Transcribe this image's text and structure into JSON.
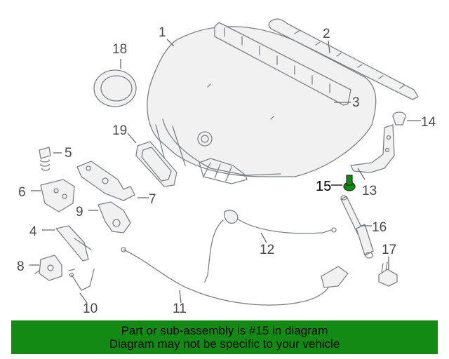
{
  "diagram": {
    "highlight_color": "#138a13",
    "highlighted_part": "15",
    "callouts": [
      {
        "id": "1",
        "label": "1"
      },
      {
        "id": "2",
        "label": "2"
      },
      {
        "id": "3",
        "label": "3"
      },
      {
        "id": "4",
        "label": "4"
      },
      {
        "id": "5",
        "label": "5"
      },
      {
        "id": "6",
        "label": "6"
      },
      {
        "id": "7",
        "label": "7"
      },
      {
        "id": "8",
        "label": "8"
      },
      {
        "id": "9",
        "label": "9"
      },
      {
        "id": "10",
        "label": "10"
      },
      {
        "id": "11",
        "label": "11"
      },
      {
        "id": "12",
        "label": "12"
      },
      {
        "id": "13",
        "label": "13"
      },
      {
        "id": "14",
        "label": "14"
      },
      {
        "id": "15",
        "label": "15"
      },
      {
        "id": "16",
        "label": "16"
      },
      {
        "id": "17",
        "label": "17"
      },
      {
        "id": "18",
        "label": "18"
      },
      {
        "id": "19",
        "label": "19"
      }
    ]
  },
  "banner": {
    "line1": "Part or sub-assembly is #15 in diagram",
    "line2": "Diagram may not be specific to your vehicle",
    "color": "#138a13"
  }
}
